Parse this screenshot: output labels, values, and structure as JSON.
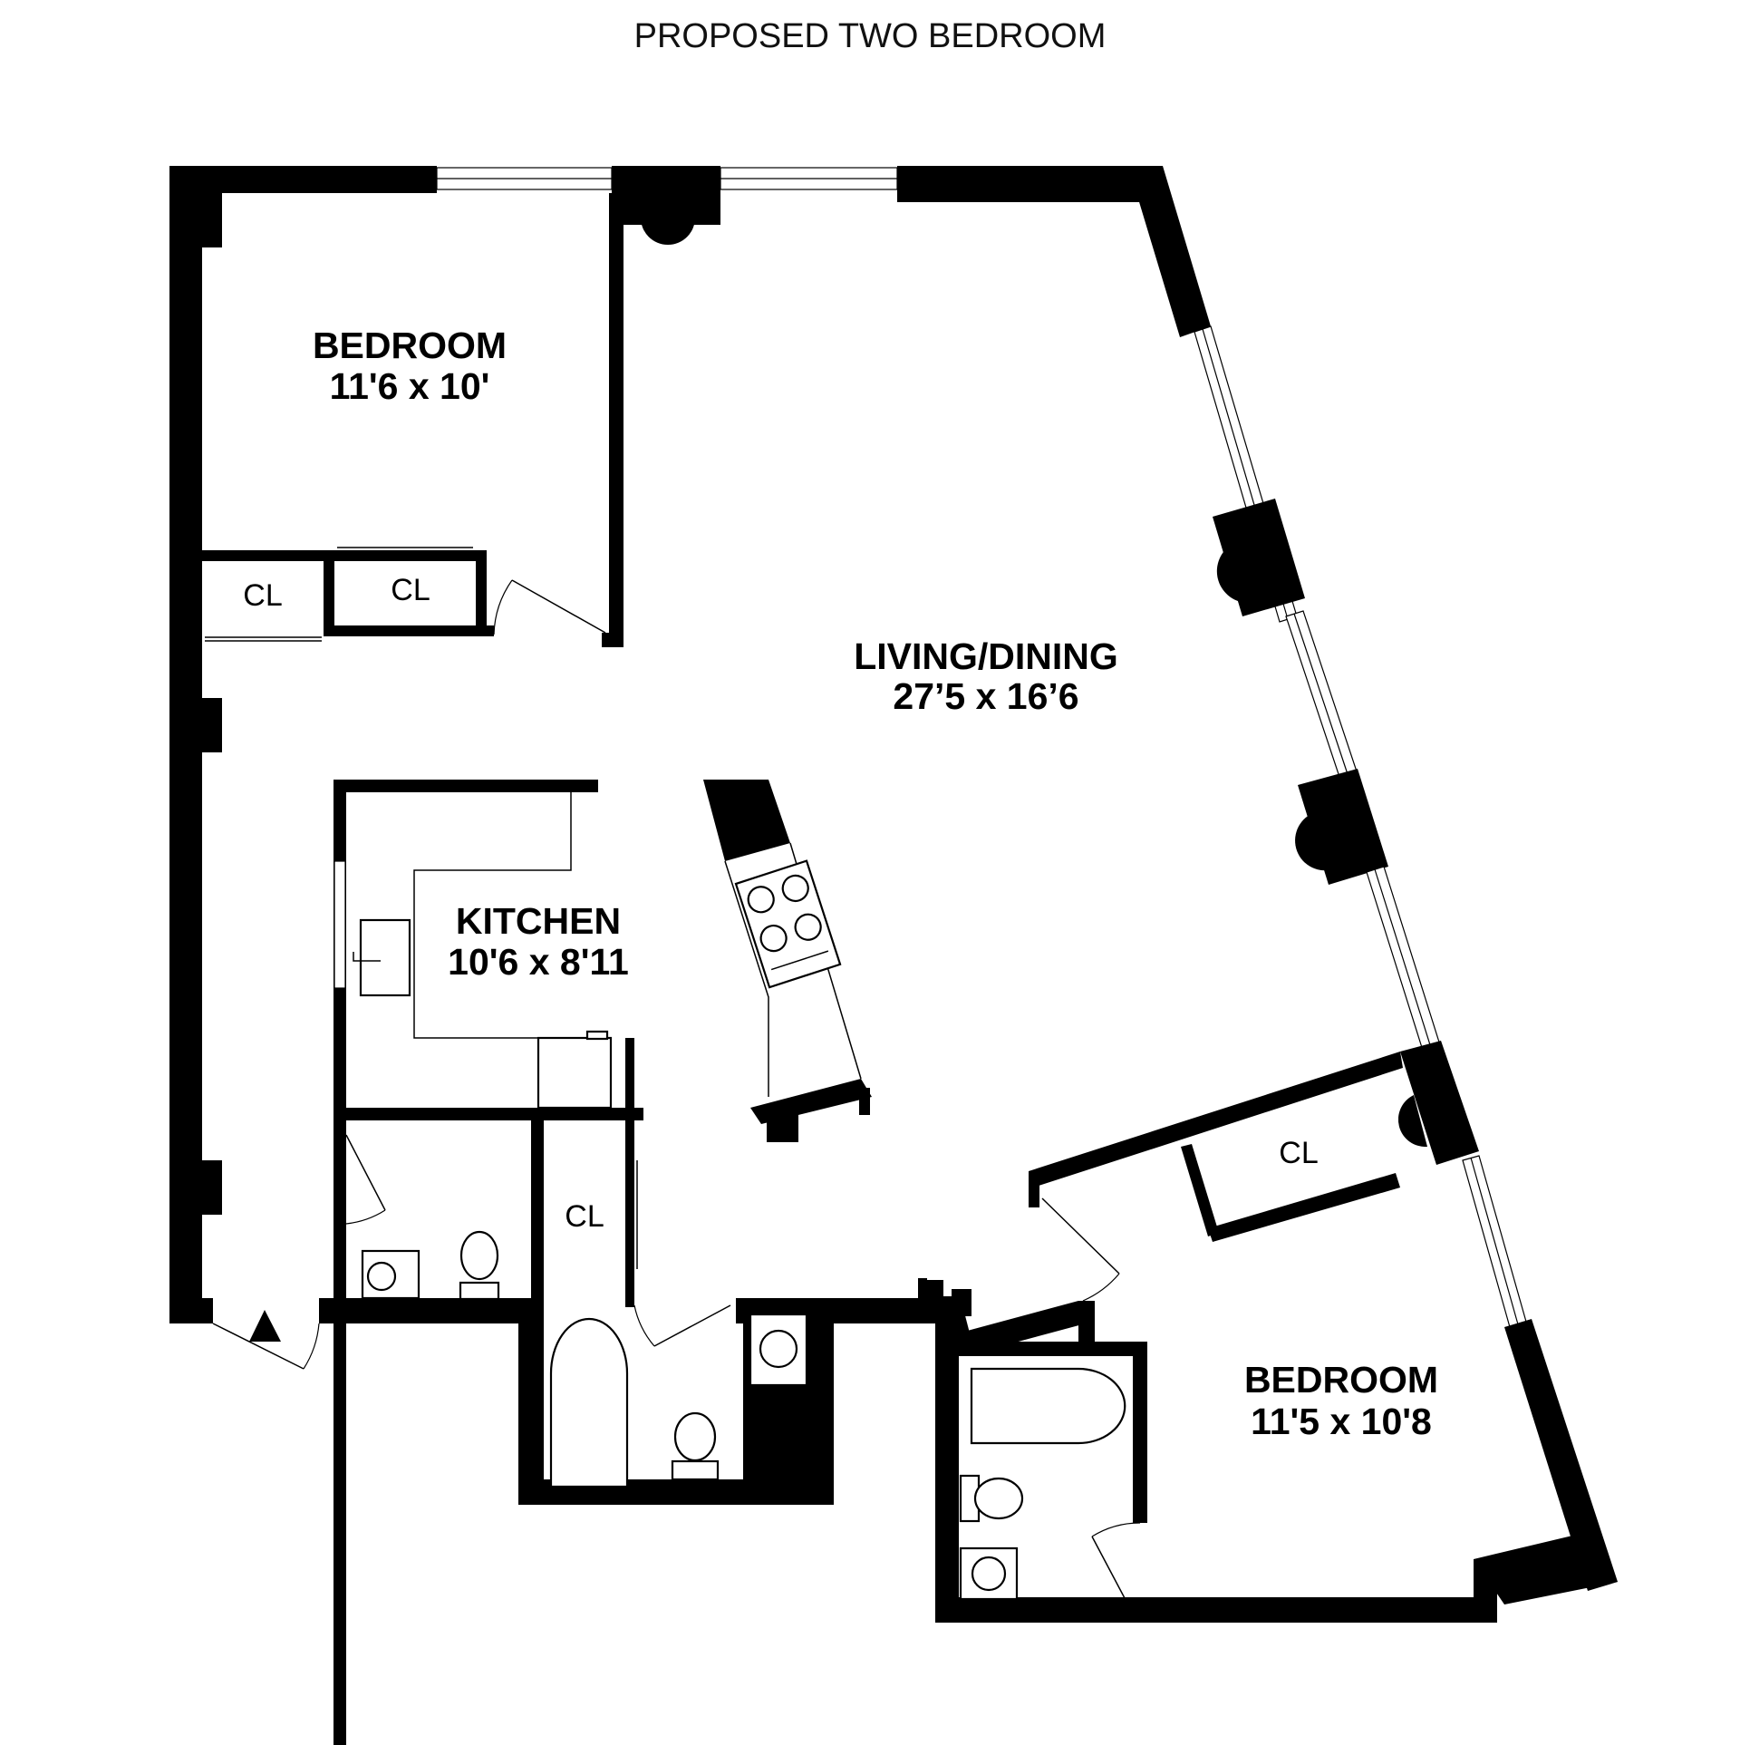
{
  "title": "PROPOSED TWO BEDROOM",
  "rooms": {
    "bedroom_1": {
      "name": "BEDROOM",
      "dims": "11'6 x 10'"
    },
    "living_dining": {
      "name": "LIVING/DINING",
      "dims": "27’5 x 16’6"
    },
    "kitchen": {
      "name": "KITCHEN",
      "dims": "10'6 x 8'11"
    },
    "bedroom_2": {
      "name": "BEDROOM",
      "dims": "11'5 x 10'8"
    }
  },
  "closets": {
    "label": "CL"
  },
  "colors": {
    "wall": "#000000",
    "background": "#ffffff"
  }
}
